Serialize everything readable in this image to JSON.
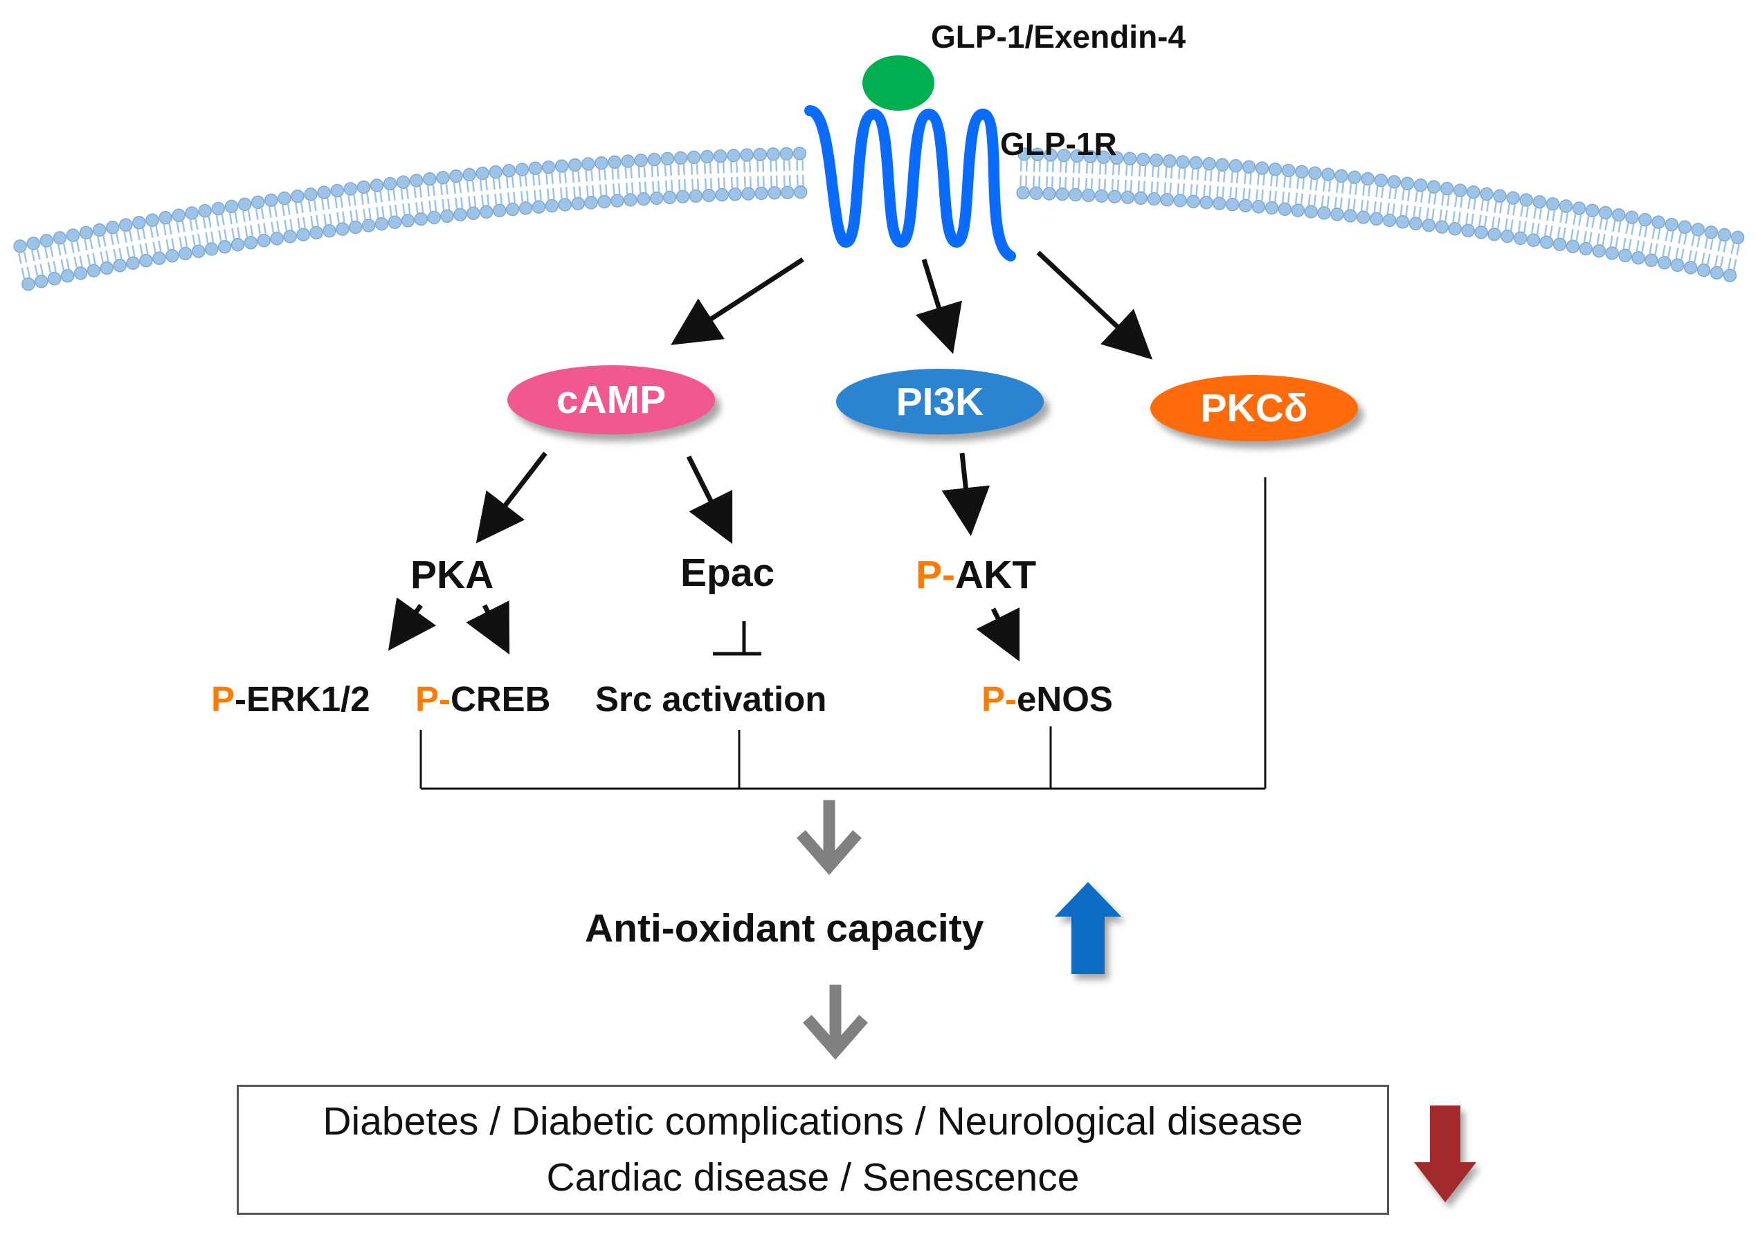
{
  "ligand": {
    "label": "GLP-1/Exendin-4",
    "color": "#00b050"
  },
  "receptor": {
    "label": "GLP-1R",
    "color": "#0a6cff"
  },
  "membrane": {
    "color": "#9dc3e6"
  },
  "nodes": {
    "camp": {
      "label": "cAMP",
      "color": "#f0588f"
    },
    "pi3k": {
      "label": "PI3K",
      "color": "#2b84d1"
    },
    "pkc": {
      "label": "PKCδ",
      "color": "#ff6a0a"
    }
  },
  "mediators": {
    "pka": "PKA",
    "epac": "Epac",
    "akt": {
      "prefix": "P-",
      "name": "AKT"
    },
    "erk": {
      "prefix": "P",
      "name": "-ERK1/2"
    },
    "creb": {
      "prefix": "P-",
      "name": "CREB"
    },
    "src": "Src activation",
    "enos": {
      "prefix": "P-",
      "name": "eNOS"
    }
  },
  "effect": {
    "label": "Anti-oxidant capacity",
    "direction": "up",
    "color": "#0a6cc4"
  },
  "outcome": {
    "line1": "Diabetes / Diabetic complications / Neurological disease",
    "line2": "Cardiac disease / Senescence",
    "direction": "down",
    "color": "#a32a2a"
  },
  "colors": {
    "phospho_prefix": "#ff7a00",
    "arrow": "#111111",
    "flow_arrow": "#808080"
  }
}
